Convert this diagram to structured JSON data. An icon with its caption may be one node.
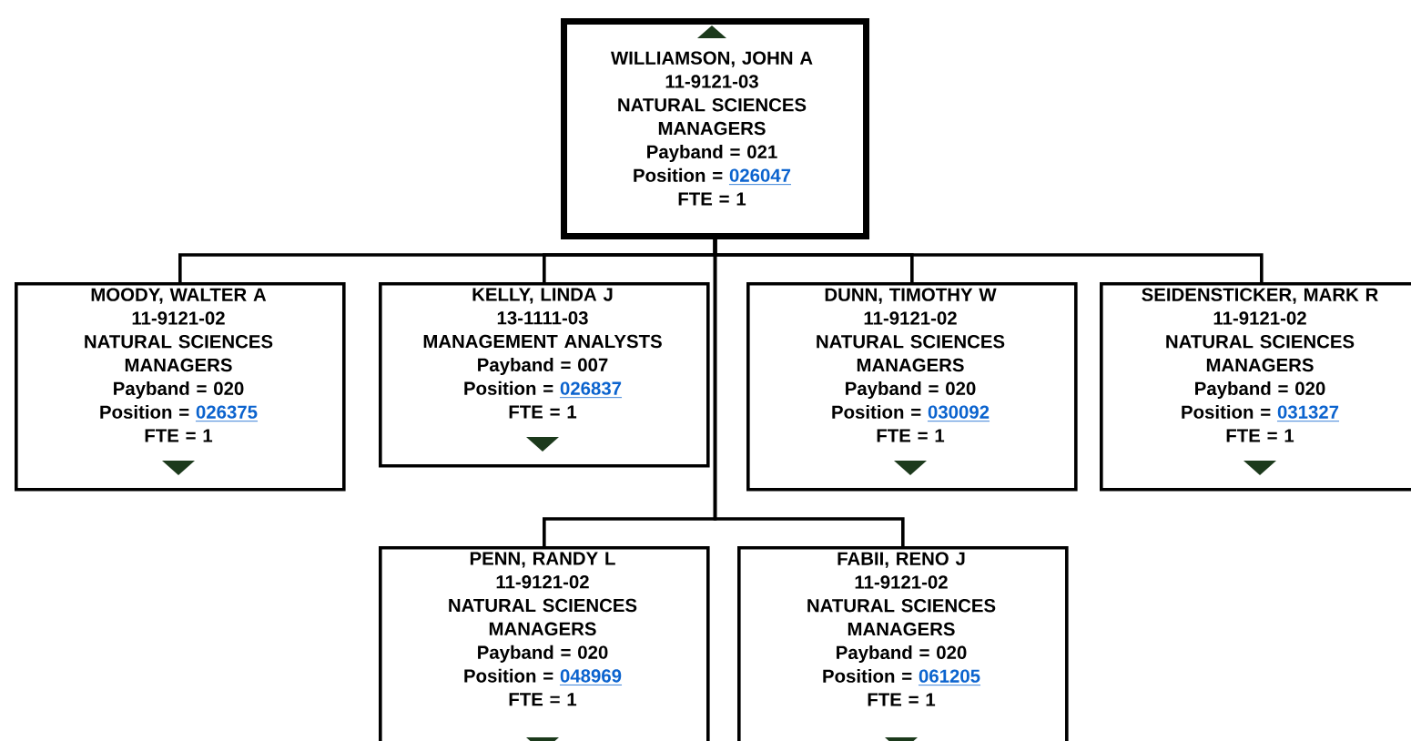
{
  "diagram": {
    "nodes": [
      {
        "text": [
          "WILLIAMSON, JOHN A",
          "11-9121-03",
          "NATURAL SCIENCES MANAGERS",
          "Payband = 021",
          "Position =",
          "026047",
          "FTE = 1"
        ]
      },
      {
        "text": [
          "MOODY, WALTER A",
          "11-9121-02",
          "NATURAL SCIENCES MANAGERS",
          "Payband = 020",
          "Position =",
          "026375",
          "FTE = 1"
        ]
      },
      {
        "text": [
          "KELLY, LINDA J",
          "13-1111-03",
          "MANAGEMENT ANALYSTS",
          "Payband = 007",
          "Position =",
          "026837",
          "FTE = 1"
        ]
      },
      {
        "text": [
          "DUNN, TIMOTHY W",
          "11-9121-02",
          "NATURAL SCIENCES MANAGERS",
          "Payband = 020",
          "Position =",
          "030092",
          "FTE = 1"
        ]
      },
      {
        "text": [
          "SEIDENSTICKER, MARK R",
          "11-9121-02",
          "NATURAL SCIENCES MANAGERS",
          "Payband = 020",
          "Position =",
          "031327",
          "FTE = 1"
        ]
      },
      {
        "text": [
          "PENN, RANDY L",
          "11-9121-02",
          "NATURAL SCIENCES MANAGERS",
          "Payband = 020",
          "Position =",
          "048969",
          "FTE = 1"
        ]
      },
      {
        "text": [
          "FABII, RENO J",
          "11-9121-02",
          "NATURAL SCIENCES MANAGERS",
          "Payband = 020",
          "Position =",
          "061205",
          "FTE = 1"
        ]
      }
    ],
    "edges": [
      {
        "from": 0,
        "to": 1,
        "arrow": "none"
      },
      {
        "from": 0,
        "to": 2,
        "arrow": "none"
      },
      {
        "from": 0,
        "to": 3,
        "arrow": "none"
      },
      {
        "from": 0,
        "to": 4,
        "arrow": "none"
      },
      {
        "from": 0,
        "to": 5,
        "arrow": "none"
      },
      {
        "from": 0,
        "to": 6,
        "arrow": "none"
      }
    ]
  }
}
